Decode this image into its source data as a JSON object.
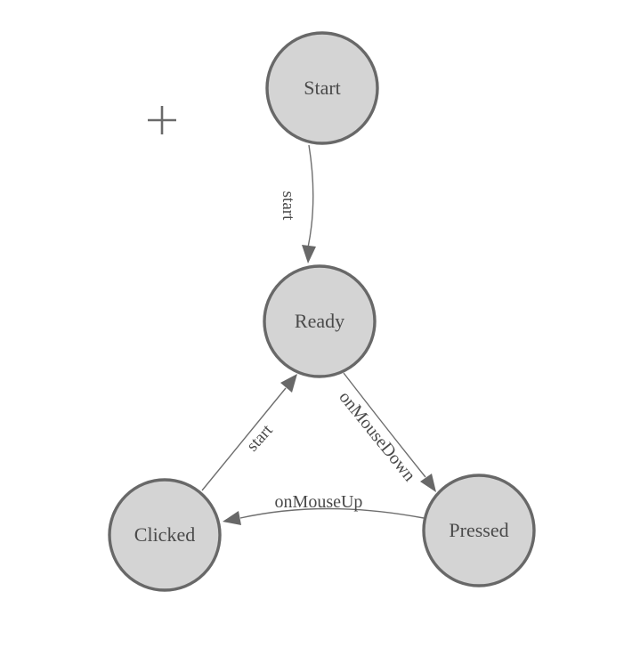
{
  "diagram": {
    "type": "state-machine",
    "nodes": [
      {
        "id": "start",
        "label": "Start"
      },
      {
        "id": "ready",
        "label": "Ready"
      },
      {
        "id": "clicked",
        "label": "Clicked"
      },
      {
        "id": "pressed",
        "label": "Pressed"
      }
    ],
    "edges": [
      {
        "from": "Start",
        "to": "Ready",
        "label": "start"
      },
      {
        "from": "Ready",
        "to": "Pressed",
        "label": "onMouseDown"
      },
      {
        "from": "Pressed",
        "to": "Clicked",
        "label": "onMouseUp"
      },
      {
        "from": "Clicked",
        "to": "Ready",
        "label": "start"
      }
    ]
  },
  "colors": {
    "node_fill": "#d4d4d4",
    "node_stroke": "#686868",
    "edge_stroke": "#6e6e6e",
    "arrow_fill": "#686868",
    "text": "#4a4a4a",
    "background": "#ffffff"
  },
  "icons": {
    "crosshair": "plus-crosshair"
  }
}
